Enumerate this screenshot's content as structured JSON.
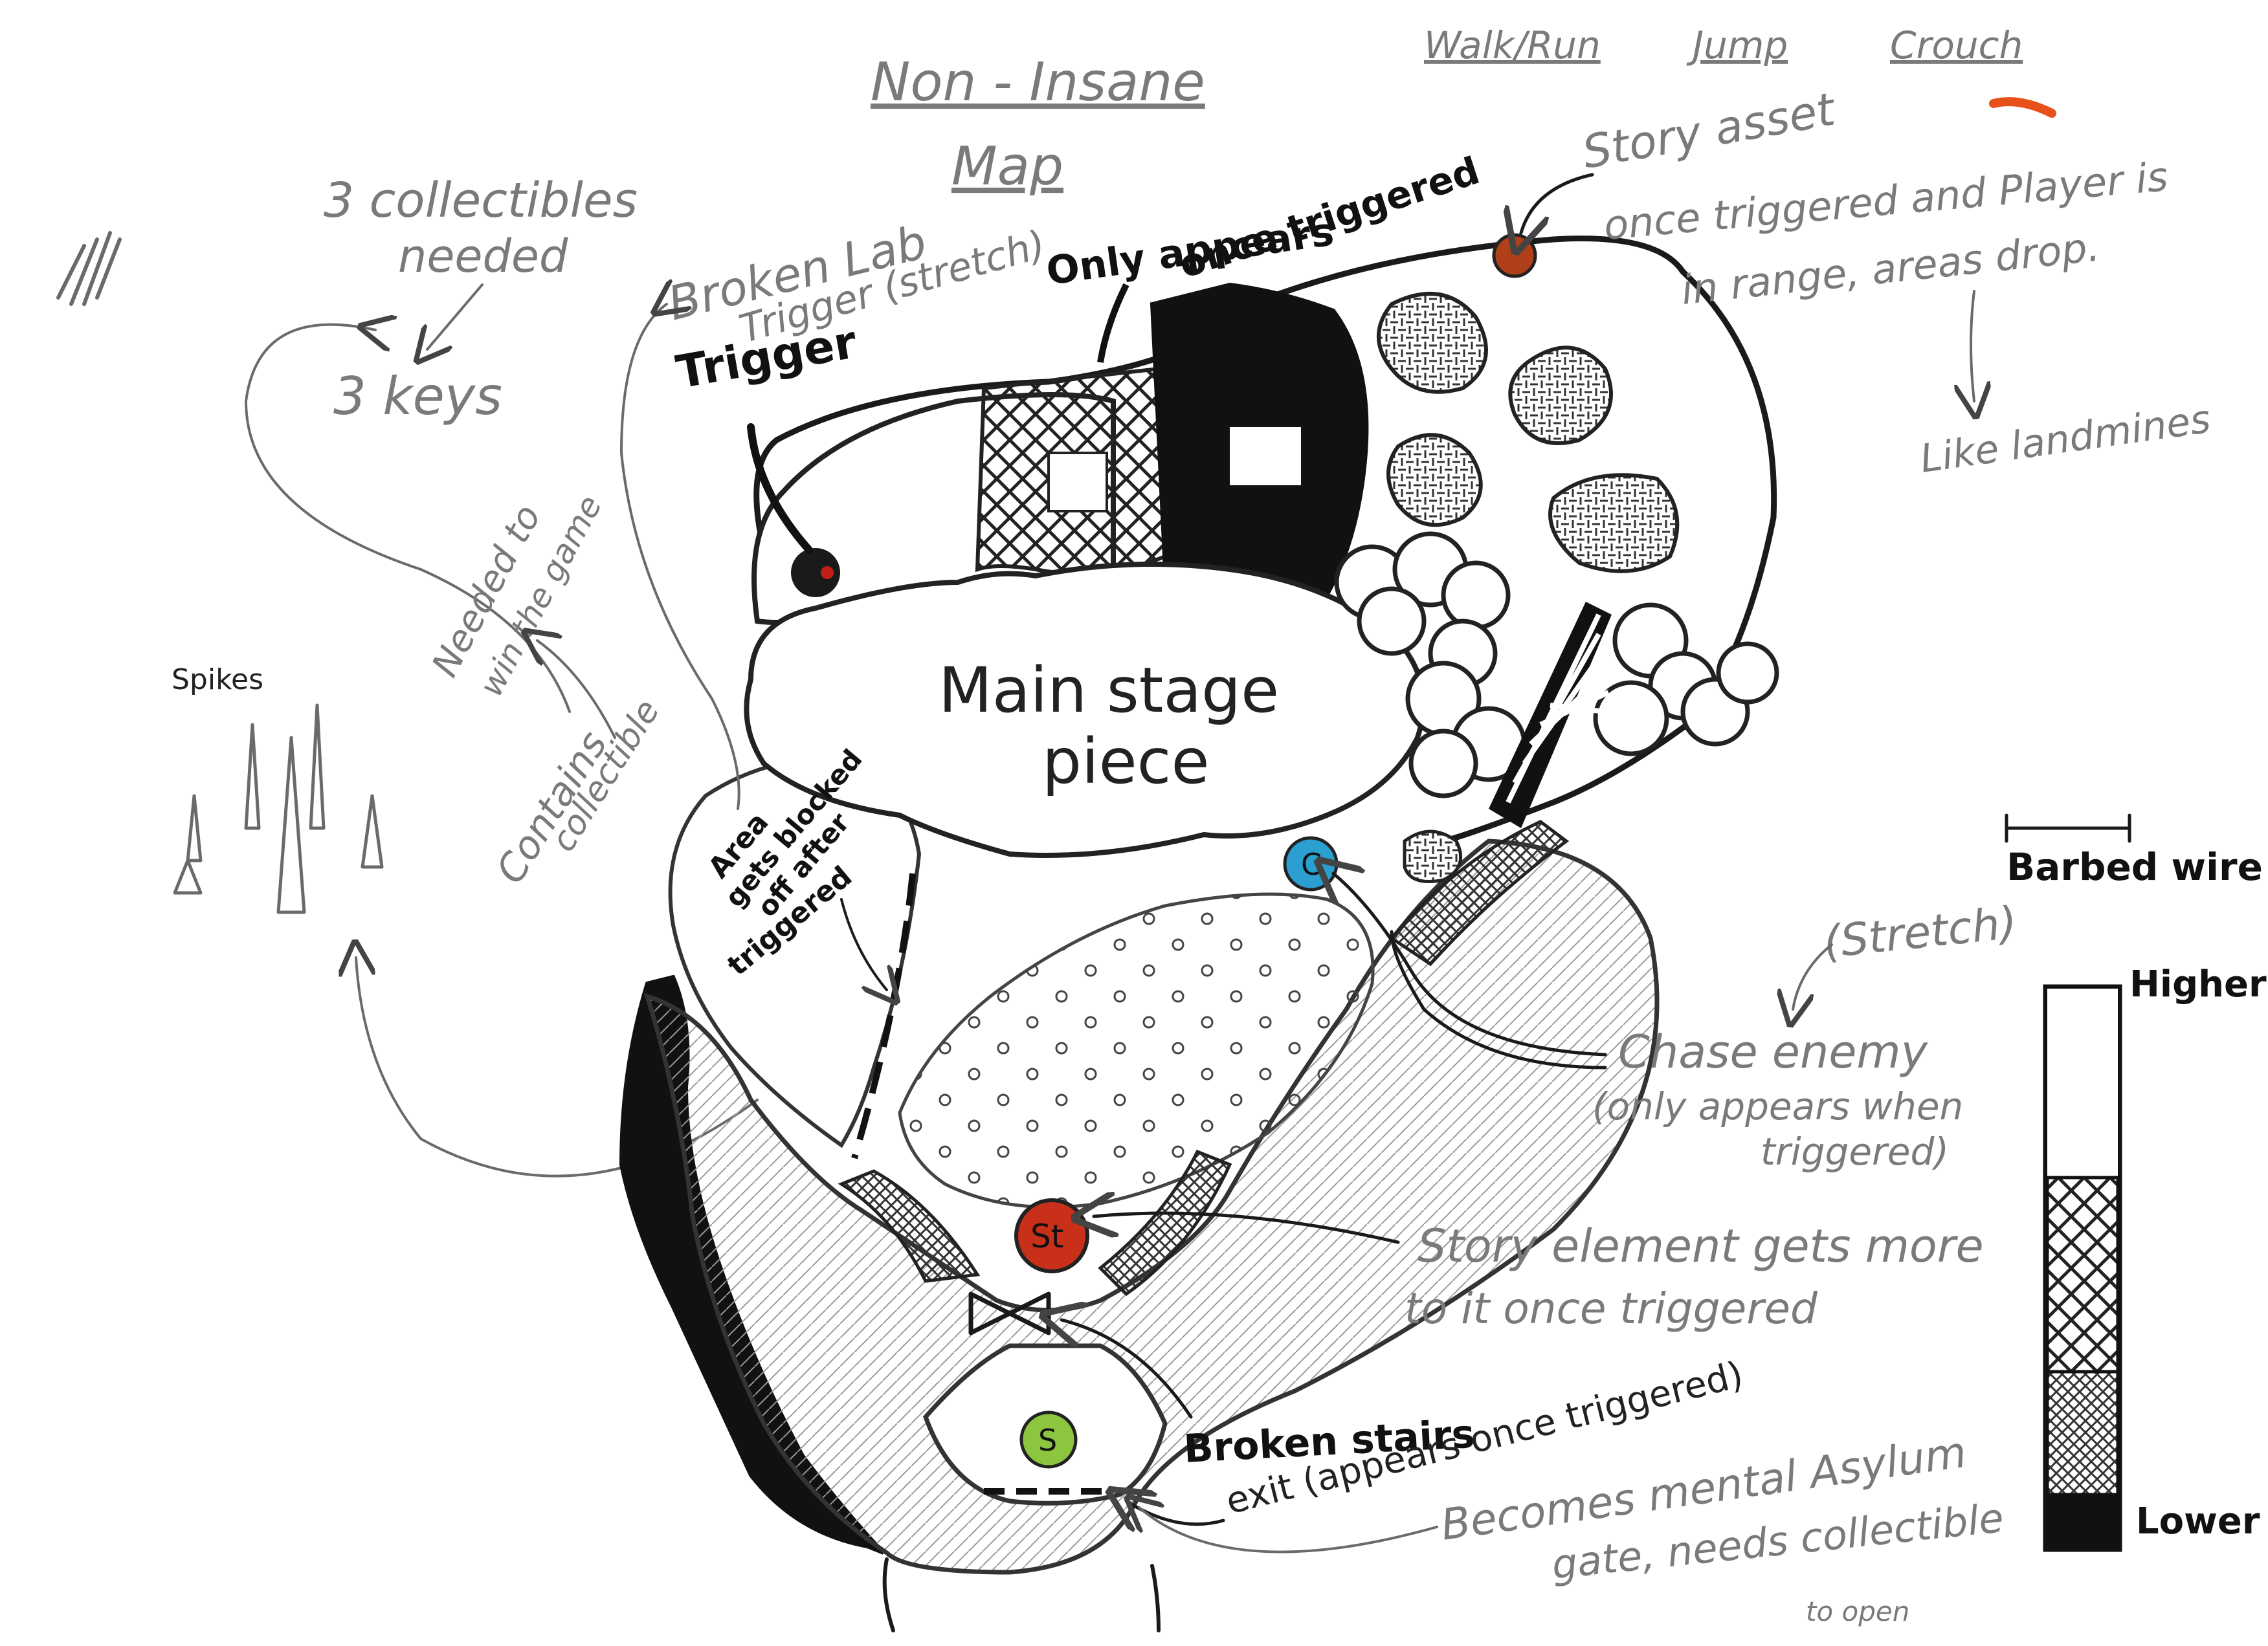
{
  "header": {
    "title_line1": "Non - Insane",
    "title_line2": "Map",
    "controls": [
      "Walk/Run",
      "Jump",
      "Crouch"
    ]
  },
  "notes": {
    "collectibles_line1": "3   collectibles",
    "collectibles_line2": "needed",
    "keys": "3  keys",
    "needed_line1": "Needed to",
    "needed_line2": "win the game",
    "broken_lab": "Broken Lab",
    "trigger_stretch": "Trigger (stretch)",
    "only_appears_line1": "Only appears",
    "only_appears_line2": "once triggered",
    "trigger": "Trigger",
    "story_asset": "Story asset",
    "story_asset_desc_line1": "once triggered  and  Player  is",
    "story_asset_desc_line2": "in  range, areas  drop.",
    "like_landmines": "Like  landmines",
    "main_stage_line1": "Main stage",
    "main_stage_line2": "piece",
    "spikes": "Spikes",
    "contains_line1": "Contains",
    "contains_line2": "collectible",
    "area_line1": "Area",
    "area_line2": "gets blocked",
    "area_line3": "off after",
    "area_line4": "triggered",
    "barbed_wire": "Barbed wire",
    "stretch": "(Stretch)",
    "chase_line1": "Chase  enemy",
    "chase_line2": "(only appears  when",
    "chase_line3": "triggered)",
    "story_element_line1": "Story element  gets  more",
    "story_element_line2": "to it   once  triggered",
    "broken_stairs": "Broken stairs",
    "exit": "exit (appears once triggered)",
    "asylum_line1": "Becomes  mental  Asylum",
    "asylum_line2": "gate, needs  collectible",
    "asylum_line3": "to open"
  },
  "markers": {
    "collectible": "C",
    "story": "St",
    "start": "S"
  },
  "legend": {
    "higher": "Higher",
    "lower": "Lower"
  },
  "colors": {
    "ink": "#1a1a1a",
    "pencil": "#7a7a7a",
    "trigger_red": "#c0201a",
    "story_asset_orange": "#b0401a",
    "collectible_blue": "#2a9fd0",
    "story_red": "#c8301a",
    "start_green": "#8cc63f"
  }
}
